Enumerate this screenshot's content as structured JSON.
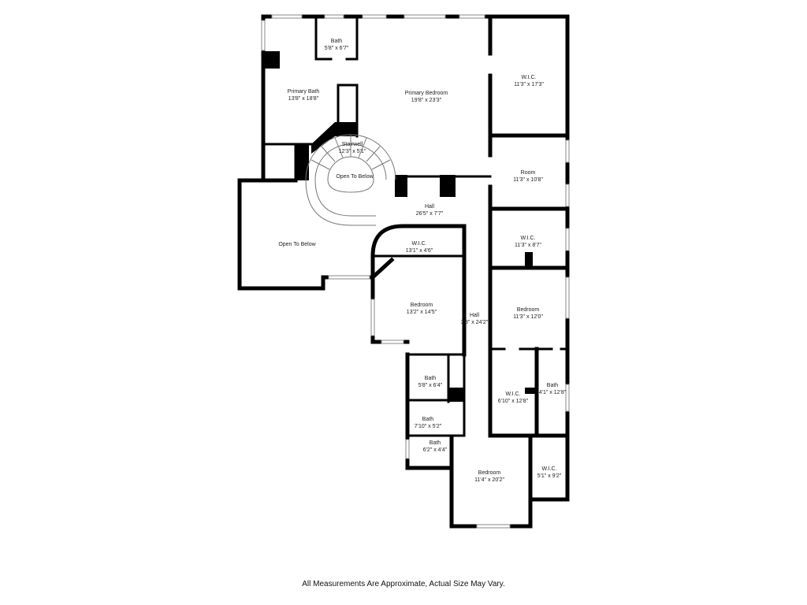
{
  "rooms": {
    "bath_top": {
      "name": "Bath",
      "dim": "5'8\" x 6'7\""
    },
    "primary_bath": {
      "name": "Primary Bath",
      "dim": "13'8\" x 18'8\""
    },
    "primary_bedroom": {
      "name": "Primary Bedroom",
      "dim": "19'8\" x 23'3\""
    },
    "wic_top": {
      "name": "W.I.C.",
      "dim": "11'3\" x 17'3\""
    },
    "stairwell": {
      "name": "Stairwell",
      "dim": "12'3\" x 5'1\""
    },
    "stair_open": {
      "name": "Open To Below"
    },
    "room": {
      "name": "Room",
      "dim": "11'3\" x 10'8\""
    },
    "hall_main": {
      "name": "Hall",
      "dim": "26'5\" x 7'7\""
    },
    "open_below_left": {
      "name": "Open To Below"
    },
    "wic_mid": {
      "name": "W.I.C.",
      "dim": "13'1\" x 4'6\""
    },
    "wic_right": {
      "name": "W.I.C.",
      "dim": "11'3\" x 8'7\""
    },
    "bedroom_left": {
      "name": "Bedroom",
      "dim": "13'2\" x 14'5\""
    },
    "hall_vertical": {
      "name": "Hall",
      "dim": "3'8\" x 24'2\""
    },
    "bedroom_right": {
      "name": "Bedroom",
      "dim": "11'3\" x 12'0\""
    },
    "bath_mid": {
      "name": "Bath",
      "dim": "5'8\" x 6'4\""
    },
    "wic_small": {
      "name": "W.I.C.",
      "dim": "6'10\" x 12'8\""
    },
    "bath_right": {
      "name": "Bath",
      "dim": "4'1\" x 12'8\""
    },
    "bath_lower": {
      "name": "Bath",
      "dim": "7'10\" x 5'2\""
    },
    "bath_bottom": {
      "name": "Bath",
      "dim": "6'2\" x 4'4\""
    },
    "bedroom_bottom": {
      "name": "Bedroom",
      "dim": "11'4\" x 20'2\""
    },
    "wic_bottom": {
      "name": "W.I.C.",
      "dim": "5'1\" x 9'2\""
    }
  },
  "footer": {
    "note": "All Measurements Are Approximate, Actual Size May Vary."
  }
}
